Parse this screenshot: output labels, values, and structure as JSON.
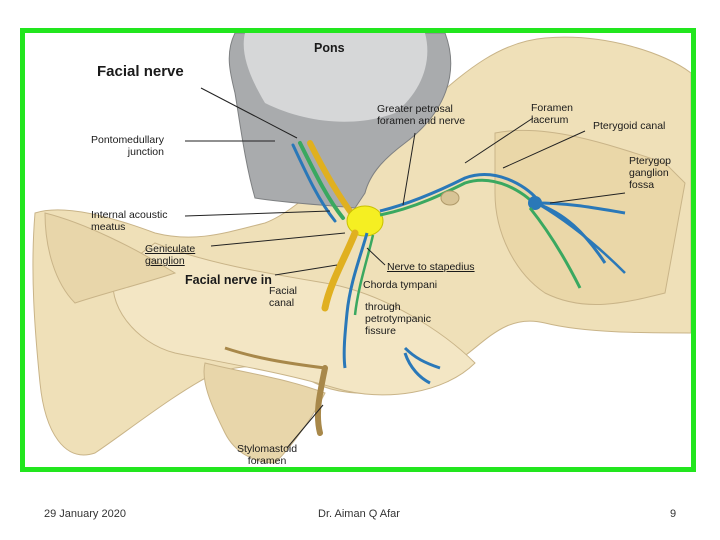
{
  "labels": {
    "pons": "Pons",
    "facial_nerve": "Facial nerve",
    "pontomedullary": "Pontomedullary\njunction",
    "internal_acoustic": "Internal acoustic\nmeatus",
    "geniculate": "Geniculate\nganglion",
    "facial_nerve_in": "Facial nerve in",
    "facial_canal": "Facial\ncanal",
    "greater_petrosal": "Greater petrosal\nforamen and nerve",
    "foramen_lacerum": "Foramen\nlacerum",
    "pterygoid_canal": "Pterygoid canal",
    "pterygop": "Pterygop\nganglion\nfossa",
    "nerve_to_stapedius": "Nerve to stapedius",
    "chorda_tympani": "Chorda tympani",
    "through_petrotympanic": "through\npetrotympanic\nfissure",
    "stylomastoid": "Stylomastoid\nforamen"
  },
  "footer": {
    "date": "29  January  2020",
    "author": "Dr. Aiman Q Afar",
    "page": "9"
  },
  "colors": {
    "frame": "#22e61e",
    "bone": "#efe0b8",
    "nerve_yellow": "#e0b020",
    "nerve_blue": "#2a78b8",
    "nerve_green": "#3aa860"
  }
}
